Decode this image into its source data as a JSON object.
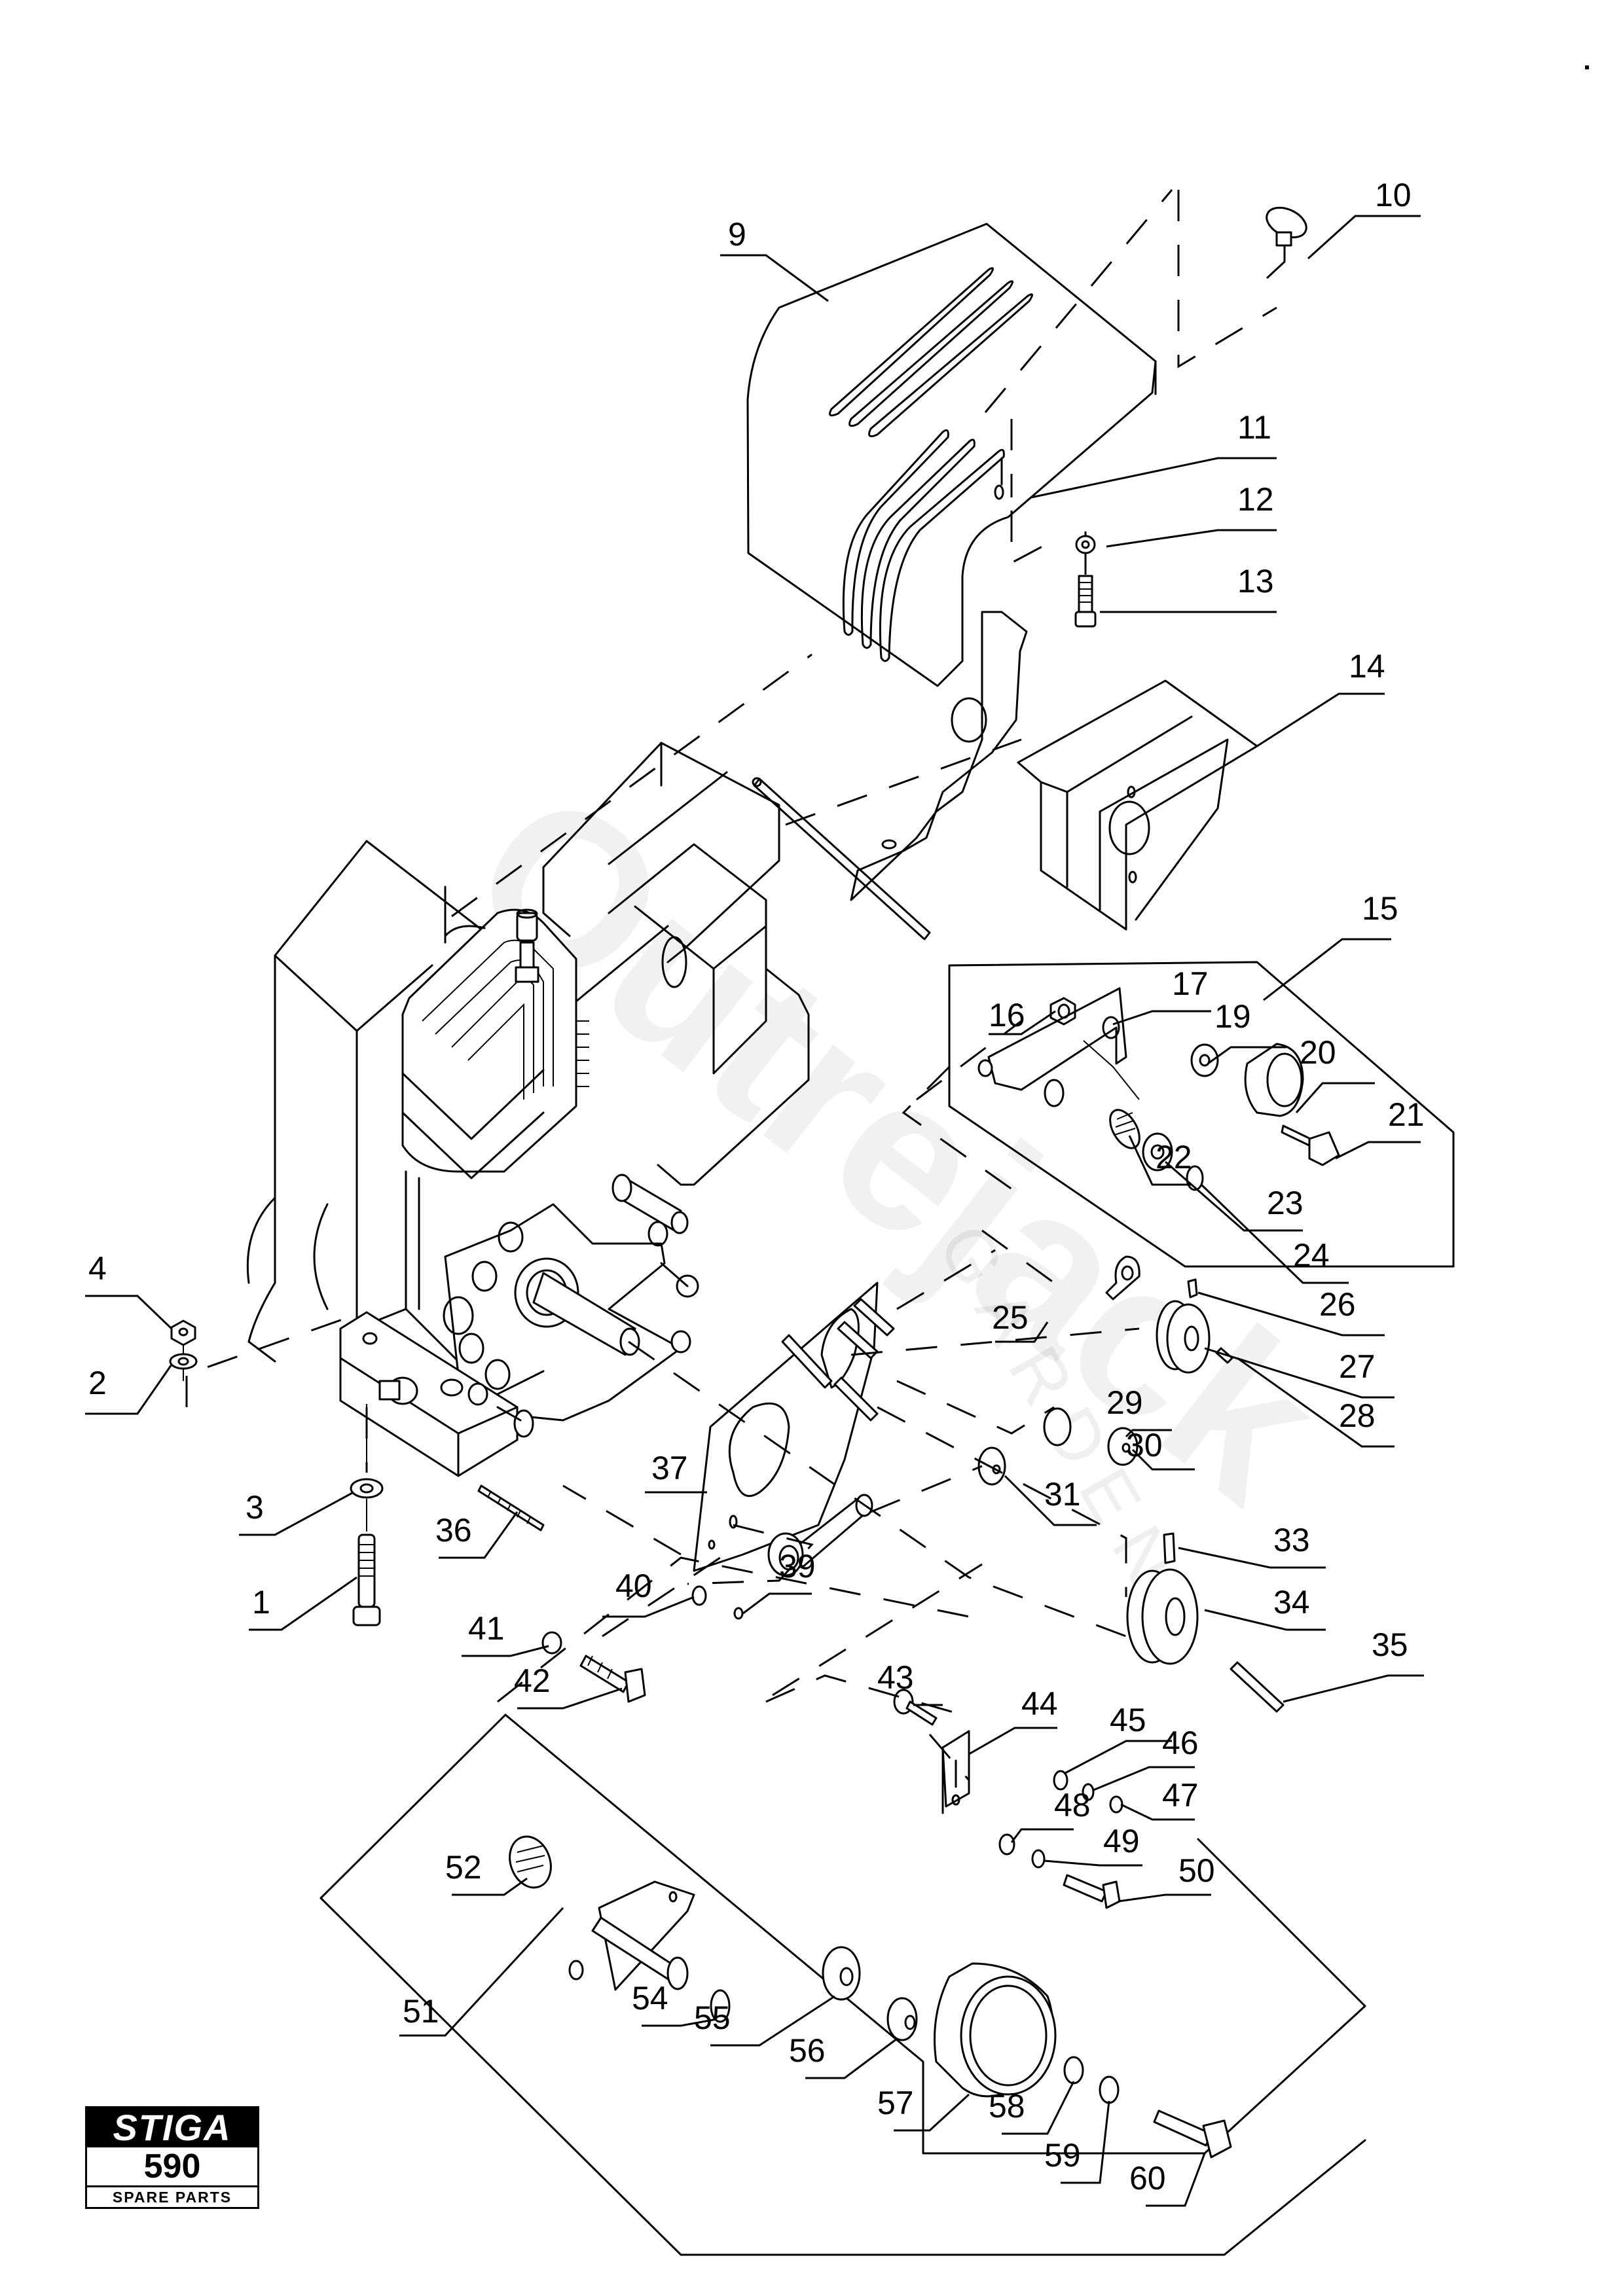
{
  "document": {
    "type": "exploded spare parts diagram",
    "brand_logo": {
      "brand": "STIGA",
      "model": "590",
      "subtitle": "SPARE PARTS"
    },
    "watermark": {
      "main": "Outrejack",
      "sub": "GARDEN"
    },
    "parts": [
      {
        "id": "1",
        "name": "bolt-long"
      },
      {
        "id": "2",
        "name": "washer"
      },
      {
        "id": "3",
        "name": "washer"
      },
      {
        "id": "4",
        "name": "nut"
      },
      {
        "id": "9",
        "name": "belt-guard-cover"
      },
      {
        "id": "10",
        "name": "knob"
      },
      {
        "id": "11",
        "name": "bracket"
      },
      {
        "id": "12",
        "name": "washer"
      },
      {
        "id": "13",
        "name": "bolt"
      },
      {
        "id": "14",
        "name": "guard-bracket"
      },
      {
        "id": "15",
        "name": "idler-assembly"
      },
      {
        "id": "16",
        "name": "nut"
      },
      {
        "id": "17",
        "name": "washer"
      },
      {
        "id": "19",
        "name": "spacer"
      },
      {
        "id": "20",
        "name": "idler-pulley"
      },
      {
        "id": "21",
        "name": "bolt"
      },
      {
        "id": "22",
        "name": "spring"
      },
      {
        "id": "23",
        "name": "washer"
      },
      {
        "id": "24",
        "name": "circlip"
      },
      {
        "id": "25",
        "name": "lever"
      },
      {
        "id": "26",
        "name": "set-screw"
      },
      {
        "id": "27",
        "name": "pulley"
      },
      {
        "id": "28",
        "name": "key"
      },
      {
        "id": "29",
        "name": "bushing"
      },
      {
        "id": "30",
        "name": "bushing"
      },
      {
        "id": "31",
        "name": "bushing"
      },
      {
        "id": "33",
        "name": "set-screw"
      },
      {
        "id": "34",
        "name": "engine-pulley"
      },
      {
        "id": "35",
        "name": "key"
      },
      {
        "id": "36",
        "name": "screw"
      },
      {
        "id": "37",
        "name": "mounting-plate"
      },
      {
        "id": "39",
        "name": "nut"
      },
      {
        "id": "40",
        "name": "washer"
      },
      {
        "id": "41",
        "name": "washer"
      },
      {
        "id": "42",
        "name": "bolt"
      },
      {
        "id": "43",
        "name": "screw"
      },
      {
        "id": "44",
        "name": "belt-guide"
      },
      {
        "id": "45",
        "name": "washer"
      },
      {
        "id": "46",
        "name": "washer"
      },
      {
        "id": "47",
        "name": "nut"
      },
      {
        "id": "48",
        "name": "washer"
      },
      {
        "id": "49",
        "name": "washer"
      },
      {
        "id": "50",
        "name": "bolt"
      },
      {
        "id": "51",
        "name": "tensioner-assembly"
      },
      {
        "id": "52",
        "name": "spring"
      },
      {
        "id": "54",
        "name": "circlip"
      },
      {
        "id": "55",
        "name": "bushing"
      },
      {
        "id": "56",
        "name": "spacer"
      },
      {
        "id": "57",
        "name": "tension-pulley"
      },
      {
        "id": "58",
        "name": "washer"
      },
      {
        "id": "59",
        "name": "washer"
      },
      {
        "id": "60",
        "name": "bolt"
      }
    ]
  }
}
